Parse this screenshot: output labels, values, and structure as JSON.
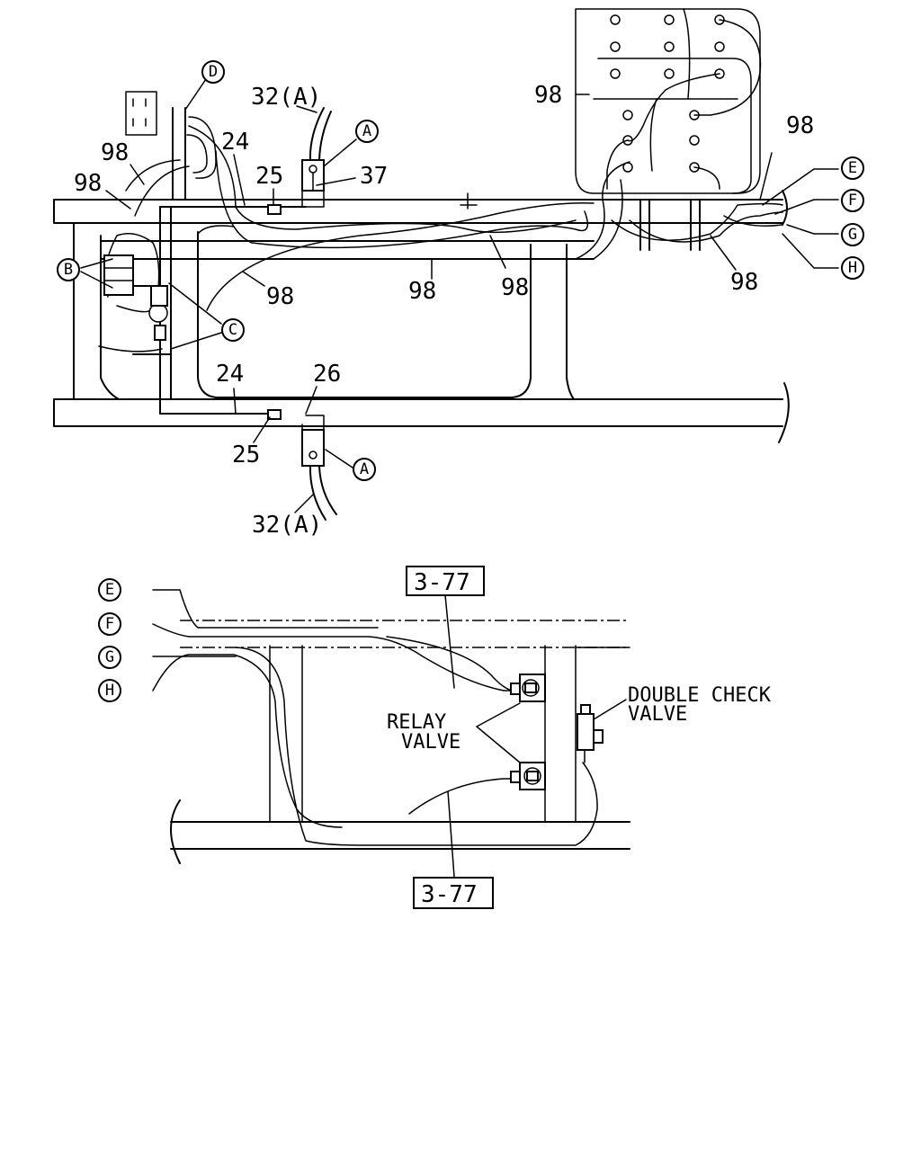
{
  "callouts": {
    "A_top": "A",
    "A_bottom": "A",
    "B": "B",
    "C": "C",
    "D": "D",
    "E_top": "E",
    "F_top": "F",
    "G_top": "G",
    "H_top": "H",
    "E_bot": "E",
    "F_bot": "F",
    "G_bot": "G",
    "H_bot": "H"
  },
  "part_numbers": {
    "p32A_top": "32(A)",
    "p32A_bottom": "32(A)",
    "p37": "37",
    "p24_top": "24",
    "p25_top": "25",
    "p24_bottom": "24",
    "p26": "26",
    "p25_bottom": "25",
    "p98_a": "98",
    "p98_b": "98",
    "p98_c": "98",
    "p98_d": "98",
    "p98_e": "98",
    "p98_f": "98",
    "p98_g": "98",
    "p98_h": "98"
  },
  "references": {
    "ref_top": "3-77",
    "ref_bottom": "3-77"
  },
  "labels": {
    "relay_line1": "RELAY",
    "relay_line2": "VALVE",
    "dcv_line1": "DOUBLE CHECK",
    "dcv_line2": "VALVE"
  }
}
